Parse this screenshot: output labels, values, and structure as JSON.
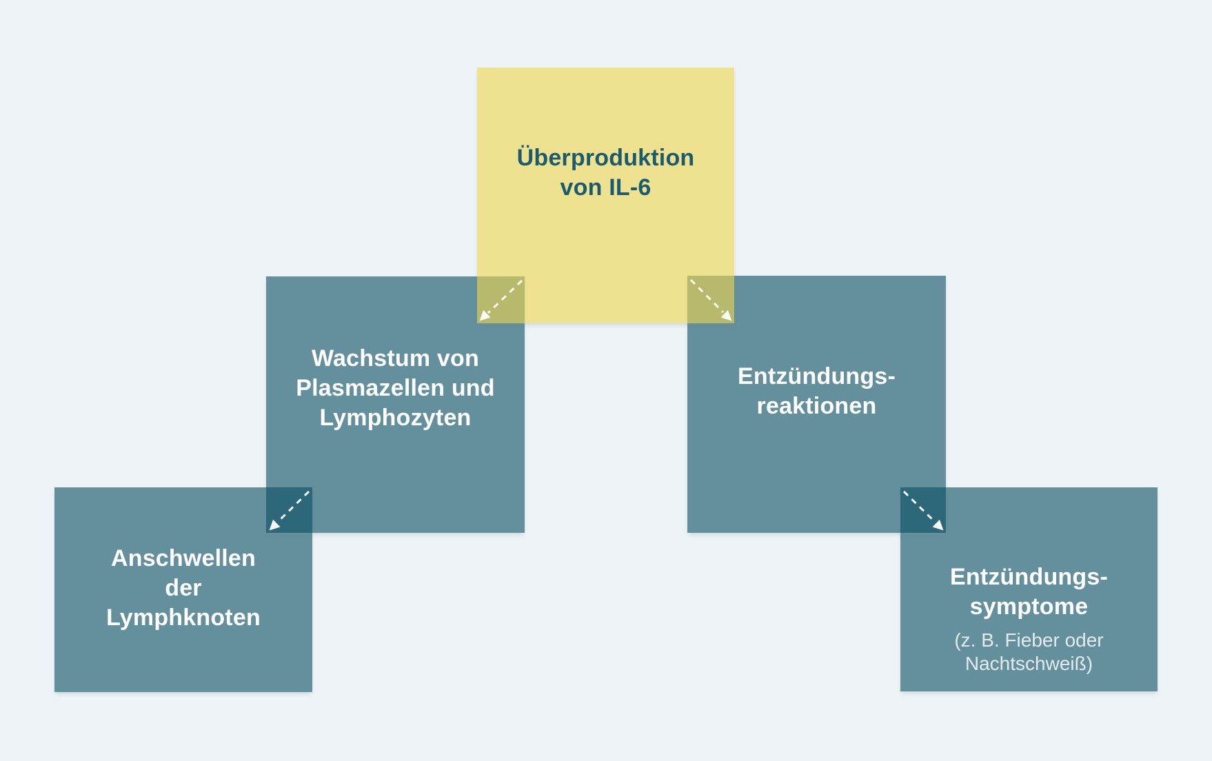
{
  "diagram": {
    "title_hint": "IL-6 overproduction cascade infographic",
    "nodes": {
      "root": {
        "label": "Überproduktion\nvon IL-6"
      },
      "growth": {
        "label": "Wachstum von\nPlasmazellen und\nLymphozyten"
      },
      "inflammation": {
        "label": "Entzündungs-\nreaktionen"
      },
      "lymph_nodes": {
        "label": "Anschwellen\nder\nLymphknoten"
      },
      "symptoms": {
        "label": "Entzündungs-\nsymptome",
        "sublabel": "(z. B. Fieber oder\nNachtschweiß)"
      }
    },
    "arrows": [
      {
        "from": "root",
        "to": "growth",
        "direction": "down-left"
      },
      {
        "from": "root",
        "to": "inflammation",
        "direction": "down-right"
      },
      {
        "from": "growth",
        "to": "lymph_nodes",
        "direction": "down-left"
      },
      {
        "from": "inflammation",
        "to": "symptoms",
        "direction": "down-right"
      }
    ],
    "colors": {
      "background": "#edf3f6",
      "teal_box_fill": "rgba(9,77,98,0.6)",
      "yellow_box_fill": "rgba(238,213,77,0.6)",
      "teal_box_rendered": "#648f9d",
      "yellow_box_rendered": "#eee191",
      "overlap_teal_on_teal": "#2d677a",
      "overlap_yellow_on_teal": "#b7b96d",
      "root_text": "#1c5a6e",
      "box_text": "#ffffff",
      "subtext": "rgba(255,255,255,0.82)",
      "arrow": "#ffffff"
    }
  }
}
